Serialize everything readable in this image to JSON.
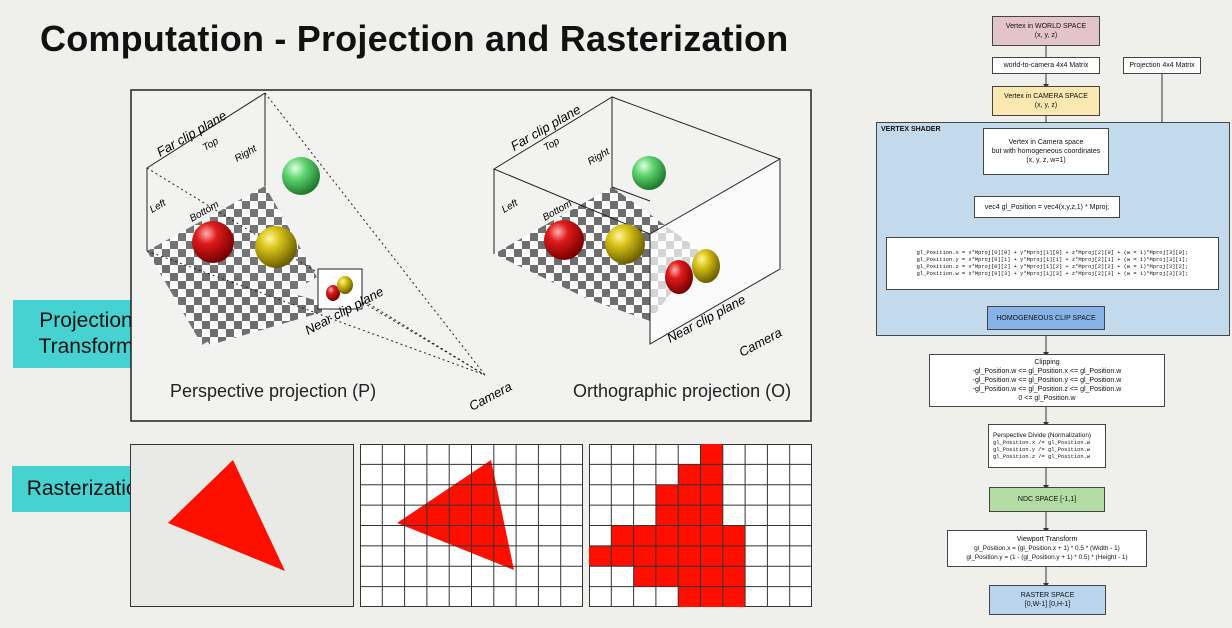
{
  "title": "Computation - Projection and Rasterization",
  "labels": {
    "projection_transform": "Projection\nTransform",
    "rasterization": "Rasterization"
  },
  "projection_figure": {
    "perspective": {
      "far_clip_plane": "Far clip plane",
      "top": "Top",
      "right": "Right",
      "left": "Left",
      "bottom": "Bottom",
      "near_clip_plane": "Near clip plane",
      "camera": "Camera",
      "caption": "Perspective projection (P)"
    },
    "orthographic": {
      "far_clip_plane": "Far clip plane",
      "top": "Top",
      "right": "Right",
      "left": "Left",
      "bottom": "Bottom",
      "near_clip_plane": "Near clip plane",
      "camera": "Camera",
      "caption": "Orthographic projection (O)"
    },
    "colors": {
      "red": "#e01b1b",
      "yellow": "#d9c419",
      "green": "#5fd46f"
    }
  },
  "raster_figure": {
    "triangle_color": "#ff0f00",
    "grid_cols": 10,
    "grid_rows": 8,
    "filled_cells": [
      [
        1,
        4
      ],
      [
        1,
        5
      ],
      [
        2,
        3
      ],
      [
        2,
        4
      ],
      [
        2,
        5
      ],
      [
        3,
        3
      ],
      [
        3,
        4
      ],
      [
        3,
        5
      ],
      [
        4,
        1
      ],
      [
        4,
        2
      ],
      [
        4,
        3
      ],
      [
        4,
        4
      ],
      [
        4,
        5
      ],
      [
        4,
        6
      ],
      [
        5,
        0
      ],
      [
        5,
        1
      ],
      [
        5,
        2
      ],
      [
        5,
        3
      ],
      [
        5,
        4
      ],
      [
        5,
        5
      ],
      [
        5,
        6
      ],
      [
        6,
        2
      ],
      [
        6,
        3
      ],
      [
        6,
        4
      ],
      [
        6,
        5
      ],
      [
        6,
        6
      ],
      [
        7,
        4
      ],
      [
        7,
        5
      ],
      [
        7,
        6
      ],
      [
        0,
        5
      ]
    ]
  },
  "flowchart": {
    "world_space": "Vertex in WORLD SPACE\n(x, y, z)",
    "world_to_camera": "world-to-camera 4x4 Matrix",
    "projection_matrix": "Projection 4x4 Matrix",
    "camera_space": "Vertex in CAMERA SPACE\n(x, y, z)",
    "vertex_shader": "VERTEX SHADER",
    "homogeneous_coords": "Vertex in Camera space\nbut with homogeneous coordinates\n(x, y, z, w=1)",
    "gl_position": "vec4 gl_Position = vec4(x,y,z,1) * Mproj;",
    "matrix_code": "gl_Position.x = x*Mproj[0][0] + y*Mproj[1][0] + z*Mproj[2][0] + (w = 1)*Mproj[3][0];\ngl_Position.y = x*Mproj[0][1] + y*Mproj[1][1] + z*Mproj[2][1] + (w = 1)*Mproj[3][1];\ngl_Position.z = x*Mproj[0][2] + y*Mproj[1][2] + z*Mproj[2][2] + (w = 1)*Mproj[3][2];\ngl_Position.w = x*Mproj[0][3] + y*Mproj[1][3] + z*Mproj[2][3] + (w = 1)*Mproj[3][3];",
    "clip_space": "HOMOGENEOUS CLIP SPACE",
    "clipping_title": "Clipping",
    "clipping_lines": "-gl_Position.w  <= gl_Position.x <= gl_Position.w\n-gl_Position.w  <= gl_Position.y <= gl_Position.w\n-gl_Position.w  <= gl_Position.z <= gl_Position.w\n0 <= gl_Position.w",
    "perspective_divide_title": "Perspective Divide (Normalization)",
    "perspective_divide_lines": "gl_Position.x /= gl_Position.w\ngl_Position.y /= gl_Position.w\ngl_Position.z /= gl_Position.w",
    "ndc_space": "NDC SPACE [-1,1]",
    "viewport_title": "Viewport Transform",
    "viewport_lines": "gl_Position.x = (gl_Position.x + 1) * 0.5 * (Width - 1)\ngl_Position.y = (1 - (gl_Position.y + 1) * 0.5) * (Height - 1)",
    "raster_space": "RASTER SPACE\n[0,W-1] [0,H-1]",
    "colors": {
      "world": "#e3c4ca",
      "camera": "#fbe7b0",
      "shader_bg": "#c3d9ec",
      "clip": "#86b2e6",
      "ndc": "#b2dca4",
      "raster": "#b9d4ec"
    }
  }
}
